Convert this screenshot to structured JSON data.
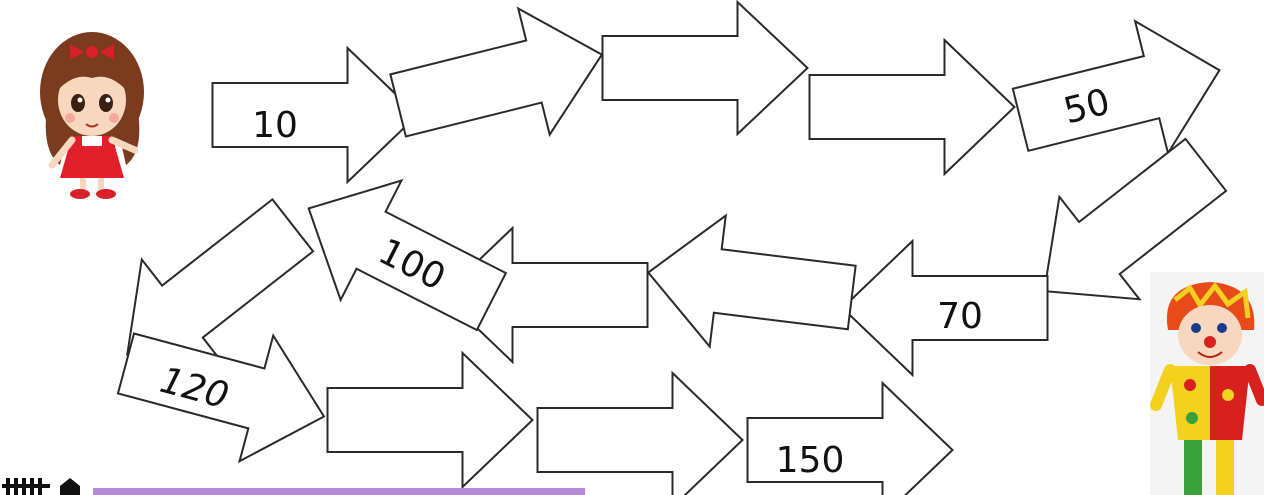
{
  "colors": {
    "arrow_stroke": "#2a2a2a",
    "arrow_fill": "#ffffff",
    "bottom_bar": "#b48ad6",
    "girl_dress": "#e0202a",
    "girl_hair": "#7a3b1e",
    "clown_hair": "#e84a1a",
    "clown_yellow": "#f2d21e",
    "clown_red": "#d8201e",
    "clown_green": "#3aa03a"
  },
  "arrows": [
    {
      "id": "arrow-1",
      "label": "10"
    },
    {
      "id": "arrow-2",
      "label": ""
    },
    {
      "id": "arrow-3",
      "label": ""
    },
    {
      "id": "arrow-4",
      "label": ""
    },
    {
      "id": "arrow-5",
      "label": "50"
    },
    {
      "id": "arrow-6",
      "label": ""
    },
    {
      "id": "arrow-7",
      "label": "70"
    },
    {
      "id": "arrow-8",
      "label": ""
    },
    {
      "id": "arrow-9",
      "label": ""
    },
    {
      "id": "arrow-10",
      "label": "100"
    },
    {
      "id": "arrow-11",
      "label": ""
    },
    {
      "id": "arrow-12",
      "label": "120"
    },
    {
      "id": "arrow-13",
      "label": ""
    },
    {
      "id": "arrow-14",
      "label": ""
    },
    {
      "id": "arrow-15",
      "label": "150"
    }
  ]
}
